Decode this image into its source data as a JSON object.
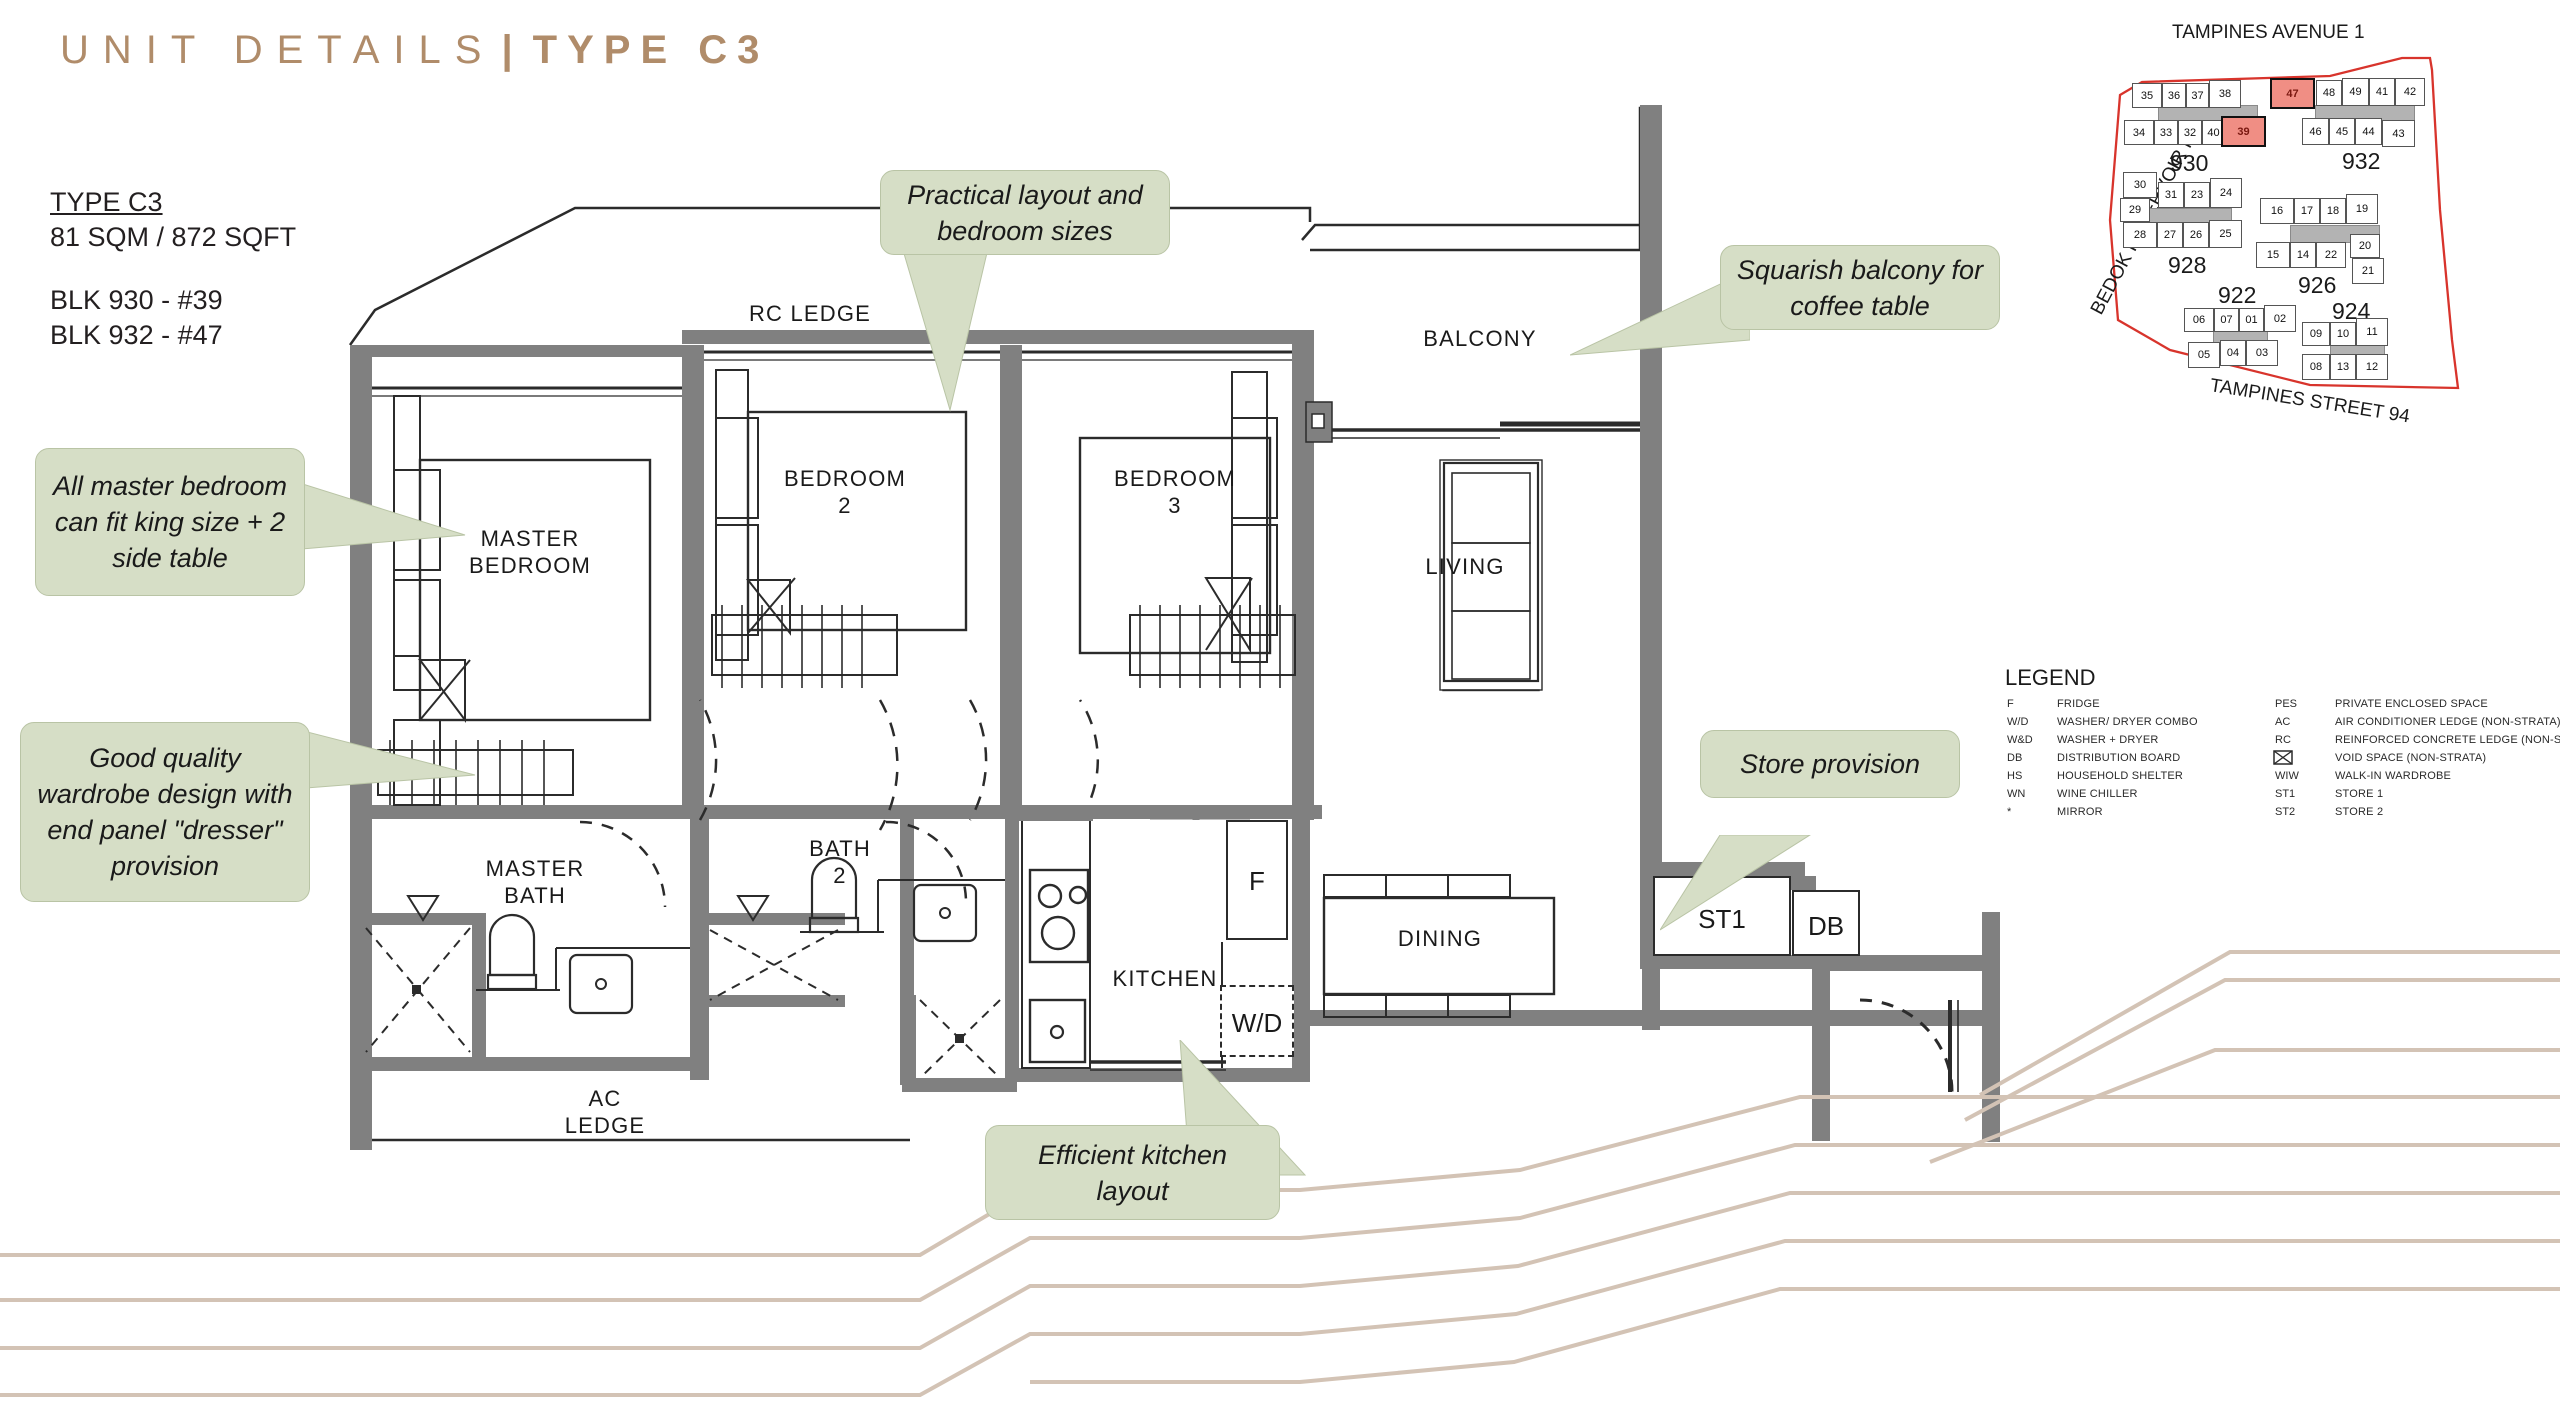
{
  "header": {
    "title_part1": "UNIT DETAILS",
    "separator": "|",
    "title_part2": "TYPE C3"
  },
  "unit_info": {
    "type": "TYPE C3",
    "area": "81 SQM / 872 SQFT",
    "blk_line1": "BLK 930 - #39",
    "blk_line2": "BLK 932 - #47"
  },
  "callouts": [
    {
      "id": "master-bedroom-callout",
      "text": "All master bedroom can fit king size + 2 side table"
    },
    {
      "id": "wardrobe-callout",
      "text": "Good quality wardrobe design with end panel \"dresser\" provision"
    },
    {
      "id": "practical-layout-callout",
      "text": "Practical layout and bedroom sizes"
    },
    {
      "id": "balcony-callout",
      "text": "Squarish balcony for coffee table"
    },
    {
      "id": "store-callout",
      "text": "Store provision"
    },
    {
      "id": "kitchen-callout",
      "text": "Efficient kitchen layout"
    }
  ],
  "floorplan": {
    "rooms": [
      {
        "name": "rc-ledge",
        "label": "RC LEDGE"
      },
      {
        "name": "master-bedroom",
        "label": "MASTER\nBEDROOM"
      },
      {
        "name": "bedroom-2",
        "label": "BEDROOM\n2"
      },
      {
        "name": "bedroom-3",
        "label": "BEDROOM\n3"
      },
      {
        "name": "balcony",
        "label": "BALCONY"
      },
      {
        "name": "living",
        "label": "LIVING"
      },
      {
        "name": "master-bath",
        "label": "MASTER\nBATH"
      },
      {
        "name": "bath-2",
        "label": "BATH\n2"
      },
      {
        "name": "ac-ledge",
        "label": "AC\nLEDGE"
      },
      {
        "name": "kitchen",
        "label": "KITCHEN"
      },
      {
        "name": "dining",
        "label": "DINING"
      }
    ],
    "fixtures": [
      {
        "name": "fridge",
        "label": "F"
      },
      {
        "name": "washer-dryer",
        "label": "W/D"
      },
      {
        "name": "store-1",
        "label": "ST1"
      },
      {
        "name": "distribution-board",
        "label": "DB"
      }
    ]
  },
  "legend": {
    "title": "LEGEND",
    "left_column": [
      {
        "code": "F",
        "desc": "FRIDGE"
      },
      {
        "code": "W/D",
        "desc": "WASHER/ DRYER COMBO"
      },
      {
        "code": "W&D",
        "desc": "WASHER + DRYER"
      },
      {
        "code": "DB",
        "desc": "DISTRIBUTION BOARD"
      },
      {
        "code": "HS",
        "desc": "HOUSEHOLD SHELTER"
      },
      {
        "code": "WN",
        "desc": "WINE CHILLER"
      },
      {
        "code": "*",
        "desc": "MIRROR"
      }
    ],
    "right_column": [
      {
        "code": "PES",
        "desc": "PRIVATE ENCLOSED SPACE"
      },
      {
        "code": "AC",
        "desc": "AIR CONDITIONER LEDGE (NON-STRATA)"
      },
      {
        "code": "RC",
        "desc": "REINFORCED CONCRETE LEDGE (NON-STRATA)"
      },
      {
        "code": "VOID-ICON",
        "desc": "VOID SPACE (NON-STRATA)"
      },
      {
        "code": "WIW",
        "desc": "WALK-IN WARDROBE"
      },
      {
        "code": "ST1",
        "desc": "STORE 1"
      },
      {
        "code": "ST2",
        "desc": "STORE 2"
      }
    ]
  },
  "keyplan": {
    "roads": [
      {
        "name": "tampines-avenue-1",
        "label": "TAMPINES AVENUE 1"
      },
      {
        "name": "bedok-reservoir-road",
        "label": "BEDOK RESERVOIR ROAD"
      },
      {
        "name": "tampines-street-94",
        "label": "TAMPINES STREET 94"
      }
    ],
    "blocks": [
      {
        "name": "block-930",
        "label": "930"
      },
      {
        "name": "block-932",
        "label": "932"
      },
      {
        "name": "block-928",
        "label": "928"
      },
      {
        "name": "block-926",
        "label": "926"
      },
      {
        "name": "block-922",
        "label": "922"
      },
      {
        "name": "block-924",
        "label": "924"
      }
    ],
    "units_930_top": [
      "35",
      "36",
      "37",
      "38"
    ],
    "units_930_bottom": [
      "34",
      "33",
      "32",
      "40"
    ],
    "units_932_top": [
      "48",
      "49",
      "41",
      "42"
    ],
    "units_932_bottom": [
      "46",
      "45",
      "44",
      "43"
    ],
    "units_928_top": [
      "30",
      "31",
      "23",
      "24"
    ],
    "units_928_bottom": [
      "29",
      "28",
      "27",
      "26",
      "25"
    ],
    "units_926_top": [
      "16",
      "17",
      "18",
      "19"
    ],
    "units_926_bottom": [
      "15",
      "14",
      "22",
      "20",
      "21"
    ],
    "units_922_top": [
      "06",
      "07",
      "01",
      "02"
    ],
    "units_922_bottom": [
      "05",
      "04",
      "03"
    ],
    "units_924_top": [
      "09",
      "10",
      "11"
    ],
    "units_924_bottom": [
      "08",
      "13",
      "12"
    ],
    "highlighted": [
      "47",
      "39"
    ],
    "highlight_color": "#f08e84",
    "boundary_color": "#d8342c"
  },
  "colors": {
    "accent": "#b08c6a",
    "callout_bg": "#d6dec6",
    "wall": "#808080",
    "contour": "#d3c3b5"
  }
}
